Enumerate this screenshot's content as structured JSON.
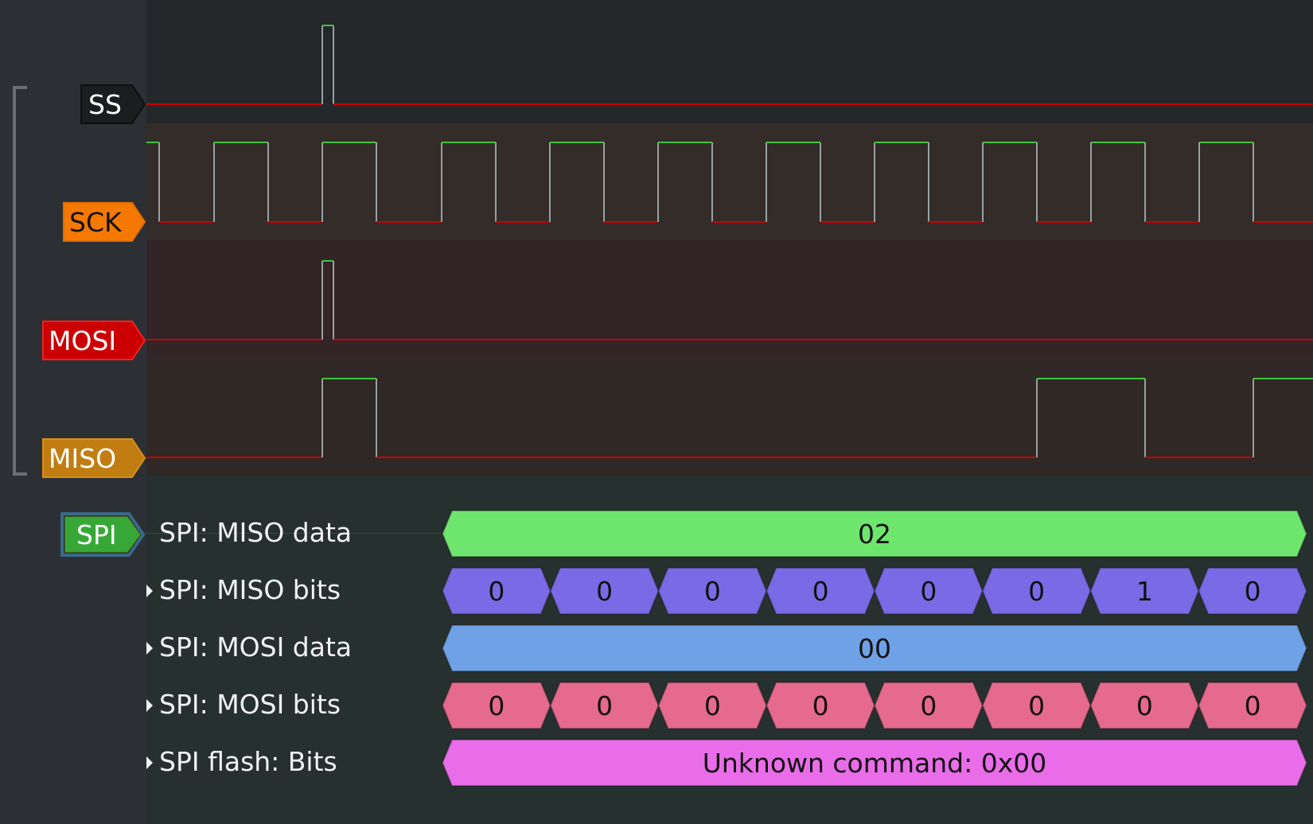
{
  "channels": [
    {
      "id": "ss",
      "label": "SS",
      "color": "#1b1d1e",
      "text_color": "#ffffff",
      "bits": [
        0,
        0,
        0,
        1,
        0,
        0,
        0,
        0,
        0,
        0,
        0,
        0,
        0,
        0,
        0,
        0,
        0,
        0,
        0,
        0,
        0,
        0,
        0,
        0
      ]
    },
    {
      "id": "sck",
      "label": "SCK",
      "color": "#f57900",
      "text_color": "#111111"
    },
    {
      "id": "mosi",
      "label": "MOSI",
      "color": "#cc0000",
      "text_color": "#ffffff"
    },
    {
      "id": "miso",
      "label": "MISO",
      "color": "#c17d11",
      "text_color": "#ffffff"
    }
  ],
  "decoder": {
    "label": "SPI",
    "color": "#4e9a06",
    "rows": [
      {
        "title": "SPI: MISO data",
        "expandable": false,
        "type": "single",
        "value": "02",
        "color": "#6ee66e"
      },
      {
        "title": "SPI: MISO bits",
        "expandable": true,
        "type": "bits",
        "values": [
          "0",
          "0",
          "0",
          "0",
          "0",
          "0",
          "1",
          "0"
        ],
        "color": "#7b6ae6"
      },
      {
        "title": "SPI: MOSI data",
        "expandable": true,
        "type": "single",
        "value": "00",
        "color": "#6fa1e6"
      },
      {
        "title": "SPI: MOSI bits",
        "expandable": true,
        "type": "bits",
        "values": [
          "0",
          "0",
          "0",
          "0",
          "0",
          "0",
          "0",
          "0"
        ],
        "color": "#e6698e"
      },
      {
        "title": "SPI flash: Bits",
        "expandable": true,
        "type": "single",
        "value": "Unknown command: 0x00",
        "color": "#e96de8"
      }
    ]
  },
  "colors": {
    "high": "#3ec43e",
    "low": "#cc0000",
    "edge": "#9aa0a0"
  }
}
